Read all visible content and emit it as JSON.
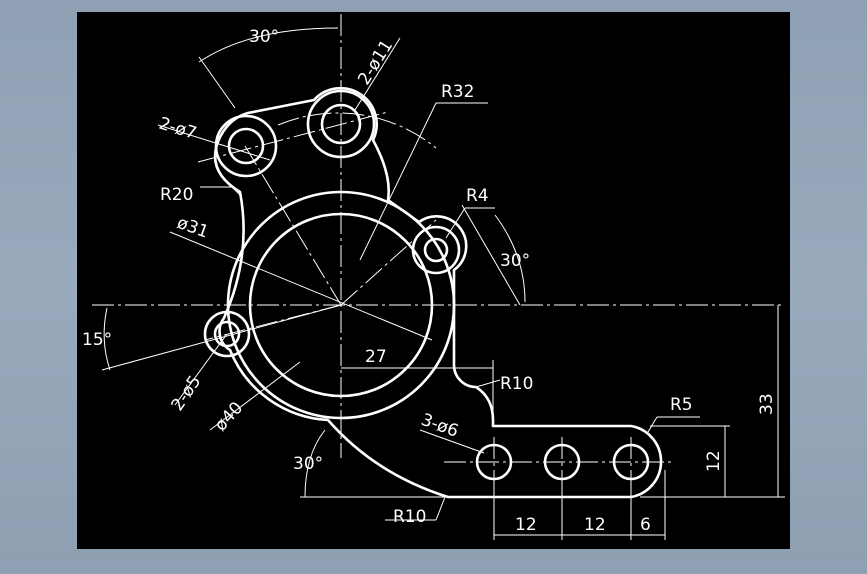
{
  "canvas": {
    "background": "#000000",
    "line_color": "#ffffff",
    "frame_color": "#9aaabd"
  },
  "dims": {
    "angle_top": "30°",
    "holes_11": "2-ø11",
    "r32": "R32",
    "holes_7": "2-ø7",
    "r20": "R20",
    "r4": "R4",
    "d31": "ø31",
    "angle_right": "30°",
    "angle_15": "15°",
    "dim_27": "27",
    "r10_upper": "R10",
    "holes_5": "2-ø5",
    "d40": "ø40",
    "holes_6": "3-ø6",
    "r5": "R5",
    "dim_33": "33",
    "dim_12_v": "12",
    "angle_bottom": "30°",
    "r10_lower": "R10",
    "dim_12_a": "12",
    "dim_12_b": "12",
    "dim_6": "6"
  }
}
